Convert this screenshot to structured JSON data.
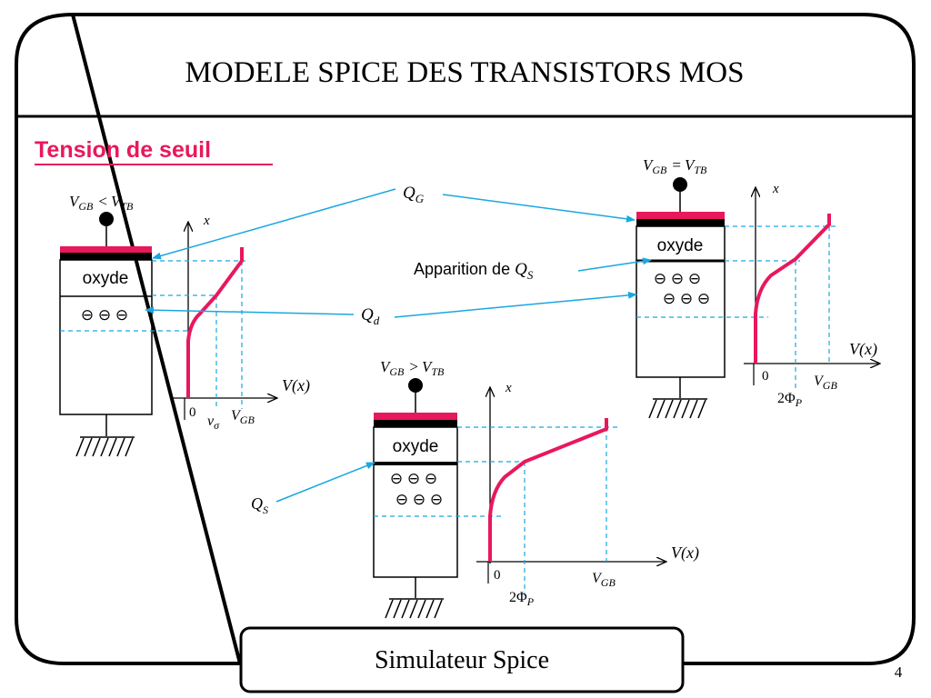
{
  "slide": {
    "title": "MODELE SPICE DES TRANSISTORS MOS",
    "subtitle": "Tension de seuil",
    "footer": "Simulateur Spice",
    "page_number": "4"
  },
  "colors": {
    "accent": "#e8185c",
    "arrow": "#1aa7e0",
    "frame": "#000000"
  },
  "labels": {
    "gate_charge": "Q",
    "gate_charge_sub": "G",
    "depletion_charge": "Q",
    "depletion_charge_sub": "d",
    "inversion_charge": "Q",
    "inversion_charge_sub": "S",
    "apparition": "Apparition de",
    "oxide": "oxyde",
    "axis_x": "x",
    "axis_v": "V(x)",
    "origin": "0",
    "v_sigma": "v",
    "v_sigma_sub": "σ",
    "v_gb": "V",
    "v_gb_sub": "GB",
    "two_phi": "2Φ",
    "two_phi_sub": "P",
    "minus": "⊖"
  },
  "cases": [
    {
      "condition_lhs": "V",
      "condition_lhs_sub": "GB",
      "relation": "<",
      "condition_rhs": "V",
      "condition_rhs_sub": "TB"
    },
    {
      "condition_lhs": "V",
      "condition_lhs_sub": "GB",
      "relation": "=",
      "condition_rhs": "V",
      "condition_rhs_sub": "TB"
    },
    {
      "condition_lhs": "V",
      "condition_lhs_sub": "GB",
      "relation": ">",
      "condition_rhs": "V",
      "condition_rhs_sub": "TB"
    }
  ]
}
